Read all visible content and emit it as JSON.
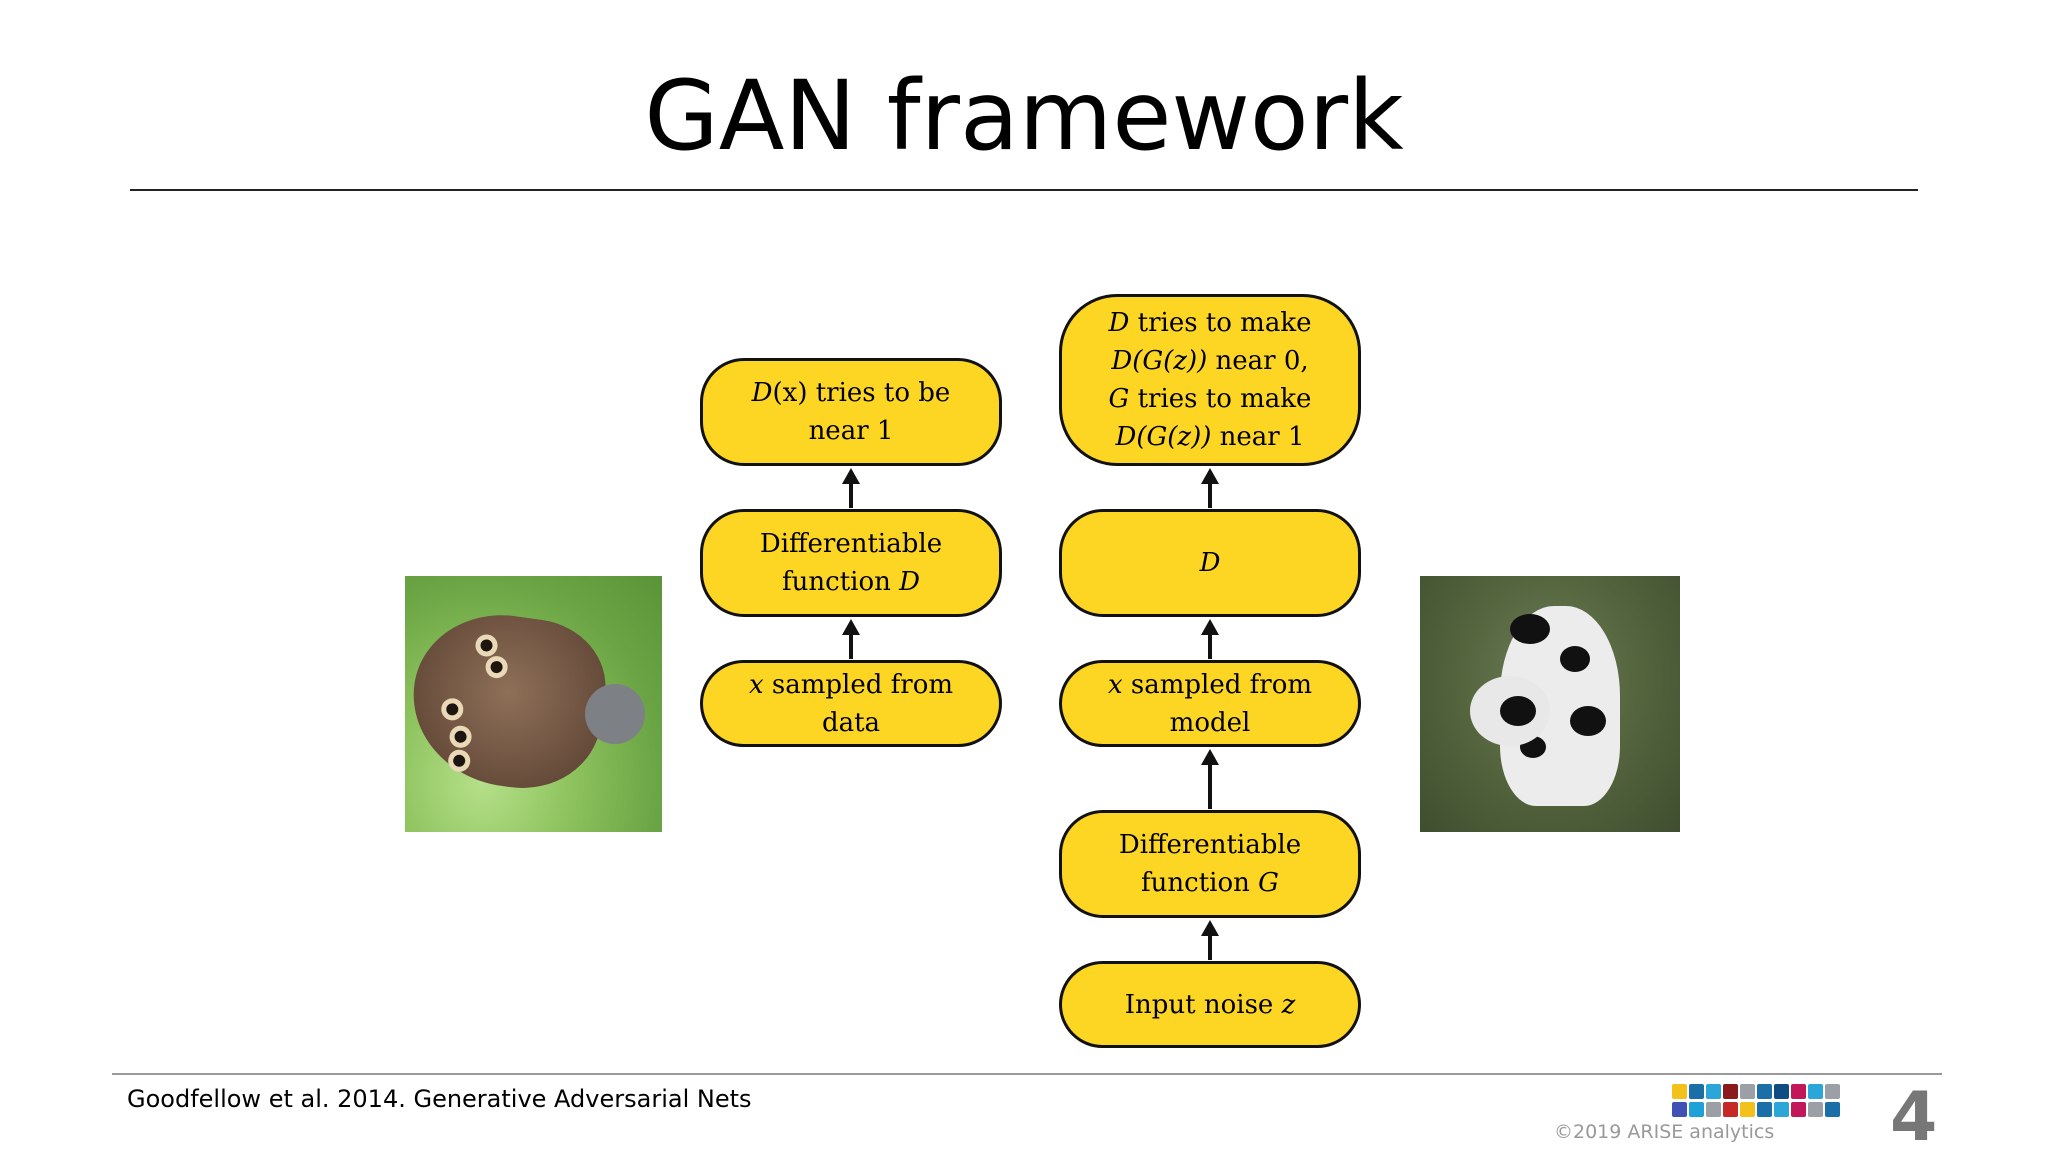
{
  "slide": {
    "title": "GAN framework",
    "citation": "Goodfellow et al. 2014. Generative Adversarial Nets",
    "copyright": "©2019 ARISE analytics",
    "page_number": "4"
  },
  "diagram": {
    "left_column": {
      "top": {
        "italic": "D",
        "rest": "(x) tries to be",
        "line2": "near 1"
      },
      "middle": {
        "line1": "Differentiable",
        "line2_prefix": "function ",
        "line2_italic": "D"
      },
      "bottom": {
        "italic": "x",
        "rest": " sampled from",
        "line2": "data"
      }
    },
    "right_column": {
      "top": {
        "line1_italic": "D",
        "line1_rest": " tries to make",
        "line2_italic": "D(G(z))",
        "line2_rest": " near 0,",
        "line3_italic": "G",
        "line3_rest": " tries to make",
        "line4_italic": "D(G(z))",
        "line4_rest": " near 1"
      },
      "discriminator": {
        "italic": "D"
      },
      "sample": {
        "italic": "x",
        "rest": " sampled from",
        "line2": "model"
      },
      "generator": {
        "line1": "Differentiable",
        "line2_prefix": "function ",
        "line2_italic": "G"
      },
      "noise": {
        "prefix": "Input noise ",
        "italic": "z"
      }
    }
  },
  "colors": {
    "node_fill": "#fdd623",
    "node_border": "#111111",
    "logo_squares": [
      "#f2c21b",
      "#1b6fa8",
      "#2aa6d8",
      "#8b1a1a",
      "#9aa0a6",
      "#1b6fa8",
      "#0f4c81",
      "#c2185b",
      "#2aa6d8",
      "#9aa0a6",
      "#3f51b5",
      "#1ea1d6",
      "#9aa0a6",
      "#c62828",
      "#f2c21b",
      "#1b6fa8",
      "#2aa6d8",
      "#c2185b",
      "#9aa0a6",
      "#1b6fa8"
    ]
  }
}
